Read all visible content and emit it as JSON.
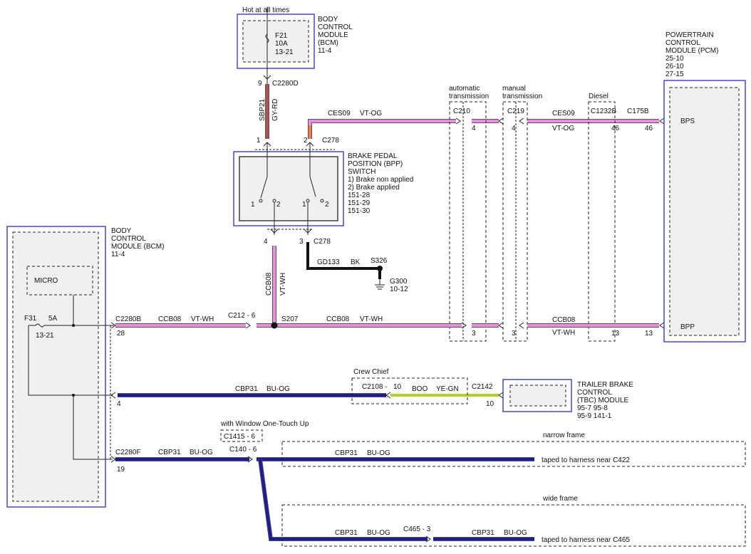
{
  "top_bcm": {
    "hot_label": "Hot at all times",
    "name": [
      "BODY",
      "CONTROL",
      "MODULE",
      "(BCM)",
      "11-4"
    ],
    "fuse": [
      "F21",
      "10A",
      "13-21"
    ],
    "pin": "9",
    "connector": "C2280D"
  },
  "sbp21": {
    "circuit": "SBP21",
    "color": "GY-RD"
  },
  "bpp": {
    "name": [
      "BRAKE PEDAL",
      "POSITION (BPP)",
      "SWITCH",
      "1) Brake non applied",
      "2) Brake applied",
      "151-28",
      "151-29",
      "151-30"
    ],
    "pin1": "1",
    "pin2": "2",
    "c278": "C278",
    "sw1a": "1",
    "sw1b": "2",
    "sw2a": "1",
    "sw2b": "2",
    "out4": "4",
    "out3": "3",
    "c278b": "C278"
  },
  "ces09": {
    "circuit": "CES09",
    "color": "VT-OG"
  },
  "gd133": {
    "circuit": "GD133",
    "color": "BK",
    "splice": "S326",
    "ground": "G300",
    "ground_ref": "10-12"
  },
  "ccb08_vert": {
    "circuit": "CCB08",
    "color": "VT-WH"
  },
  "pcm": {
    "name": [
      "POWERTRAIN",
      "CONTROL",
      "MODULE (PCM)",
      "25-10",
      "26-10",
      "27-15"
    ],
    "bps": "BPS",
    "bpp": "BPP",
    "pin46": "46",
    "pin13": "13"
  },
  "inline": {
    "auto_label": [
      "automatic",
      "transmission"
    ],
    "manual_label": [
      "manual",
      "transmission"
    ],
    "diesel_label": "Diesel",
    "c210": "C210",
    "c219": "C219",
    "c1232b": "C1232B",
    "c175b": "C175B",
    "p4a": "4",
    "p4b": "4",
    "p46": "46",
    "p3a": "3",
    "p3b": "3",
    "p13": "13",
    "ces09b": "CES09",
    "vtog": "VT-OG",
    "ccb08b": "CCB08",
    "vtwh": "VT-WH"
  },
  "left_bcm": {
    "name": [
      "BODY",
      "CONTROL",
      "MODULE (BCM)",
      "11-4"
    ],
    "micro": "MICRO",
    "fuse": "F31",
    "fuse_amp": "5A",
    "fuse_ref": "13-21"
  },
  "row_ccb08": {
    "conn": "C2280B",
    "pin": "28",
    "circuit": "CCB08",
    "color": "VT-WH",
    "c212": "C212 - 6",
    "splice": "S207",
    "circuit2": "CCB08",
    "color2": "VT-WH"
  },
  "crew_chief": {
    "label": "Crew Chief",
    "c2108": "C2108 -",
    "pin10": "10",
    "boo": "BOO",
    "yegn": "YE-GN",
    "c2142": "C2142",
    "pin10b": "10"
  },
  "row_cbp31": {
    "circuit": "CBP31",
    "color": "BU-OG",
    "pin": "4"
  },
  "tbc": {
    "name": [
      "TRAILER BRAKE",
      "CONTROL",
      "(TBC) MODULE",
      "95-7   95-8",
      "95-9   141-1"
    ]
  },
  "row_c2280f": {
    "conn": "C2280F",
    "pin": "19",
    "circuit": "CBP31",
    "color": "BU-OG",
    "window": "with Window One-Touch Up",
    "c1415": "C1415 - 6",
    "c140": "C140 - 6"
  },
  "narrow": {
    "label": "narrow frame",
    "circuit": "CBP31",
    "color": "BU-OG",
    "taped": "taped to harness near C422"
  },
  "wide": {
    "label": "wide frame",
    "circuit": "CBP31",
    "color": "BU-OG",
    "c465": "C465 - 3",
    "circuit2": "CBP31",
    "color2": "BU-OG",
    "taped": "taped to harness near C465"
  }
}
